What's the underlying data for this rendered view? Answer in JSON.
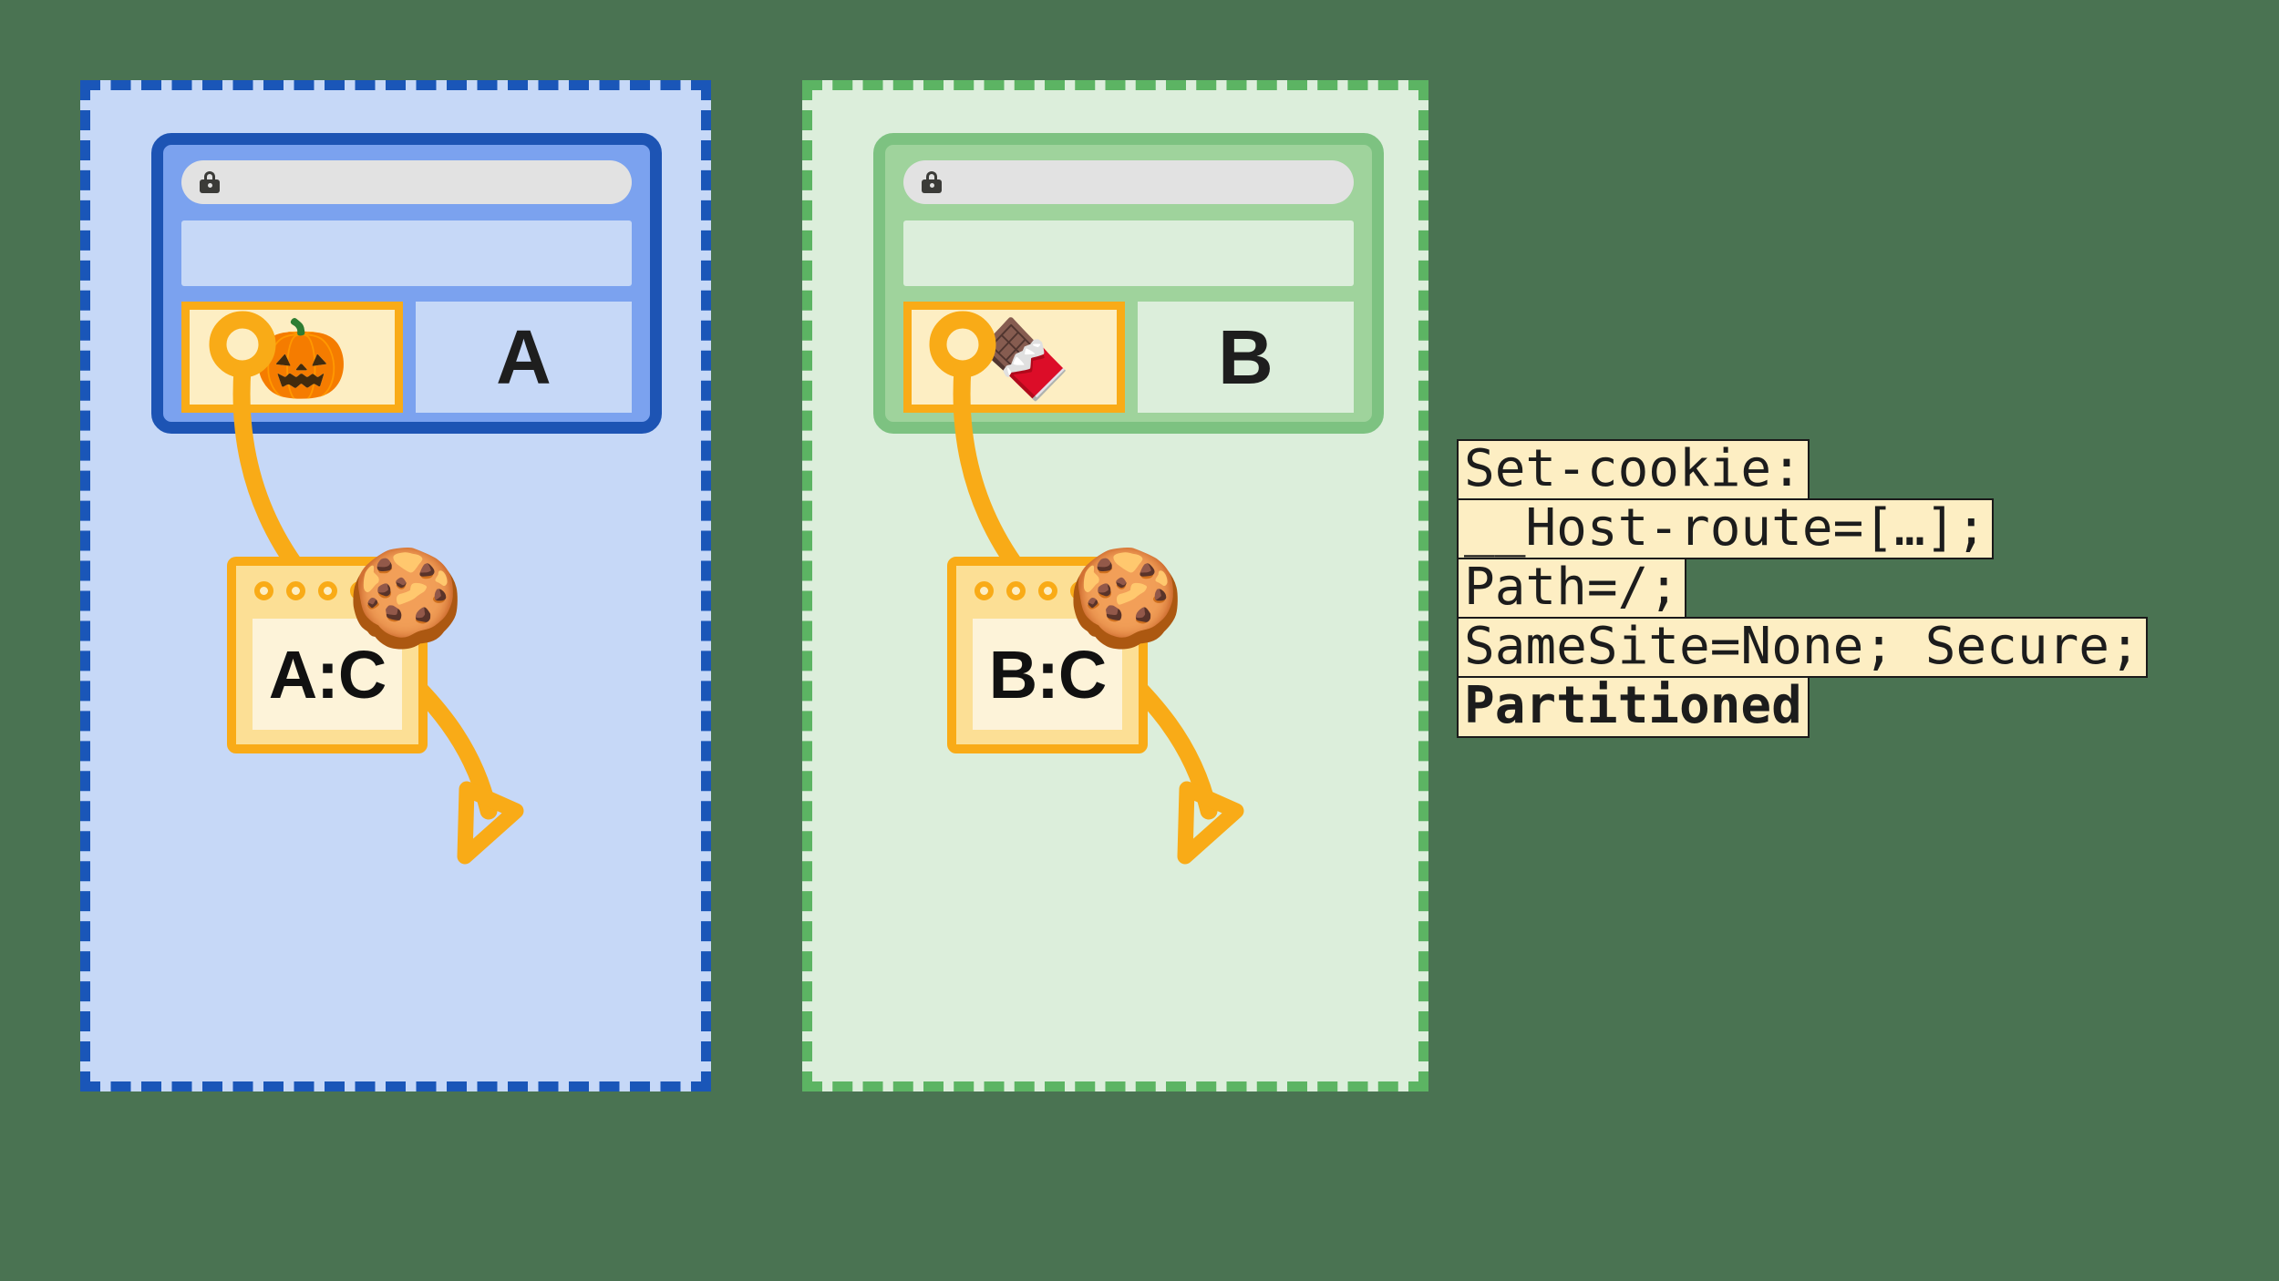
{
  "background_color": "#4a7352",
  "accent_color": "#f9ab17",
  "partitions": [
    {
      "id": "site-a",
      "border_color": "#1a56b8",
      "fill_color": "#c6d8f7",
      "browser": {
        "chrome_color": "#7ba2ef",
        "border_color": "#1d54b4",
        "urlbar_icon": "lock-icon",
        "urlbar_value": "",
        "embed_glyph": "🎃",
        "embed_glyph_name": "jack-o-lantern-icon",
        "site_letter": "A"
      },
      "cookie_glyph": "🍪",
      "cookie_glyph_name": "cookie-icon",
      "storage_label": "A:C"
    },
    {
      "id": "site-b",
      "border_color": "#5cb463",
      "fill_color": "#dceedb",
      "browser": {
        "chrome_color": "#9fd39c",
        "border_color": "#7dc281",
        "urlbar_icon": "lock-icon",
        "urlbar_value": "",
        "embed_glyph": "🍫",
        "embed_glyph_name": "chocolate-bar-icon",
        "site_letter": "B"
      },
      "cookie_glyph": "🍪",
      "cookie_glyph_name": "cookie-icon",
      "storage_label": "B:C"
    }
  ],
  "code_block": {
    "lines": [
      {
        "text": "Set-cookie:",
        "bold": false
      },
      {
        "text": "__Host-route=[…];",
        "bold": false
      },
      {
        "text": "Path=/;",
        "bold": false
      },
      {
        "text": "SameSite=None; Secure;",
        "bold": false
      },
      {
        "text": "Partitioned",
        "bold": true
      }
    ]
  },
  "storage_dots": [
    "dot-1",
    "dot-2",
    "dot-3",
    "dot-4"
  ]
}
